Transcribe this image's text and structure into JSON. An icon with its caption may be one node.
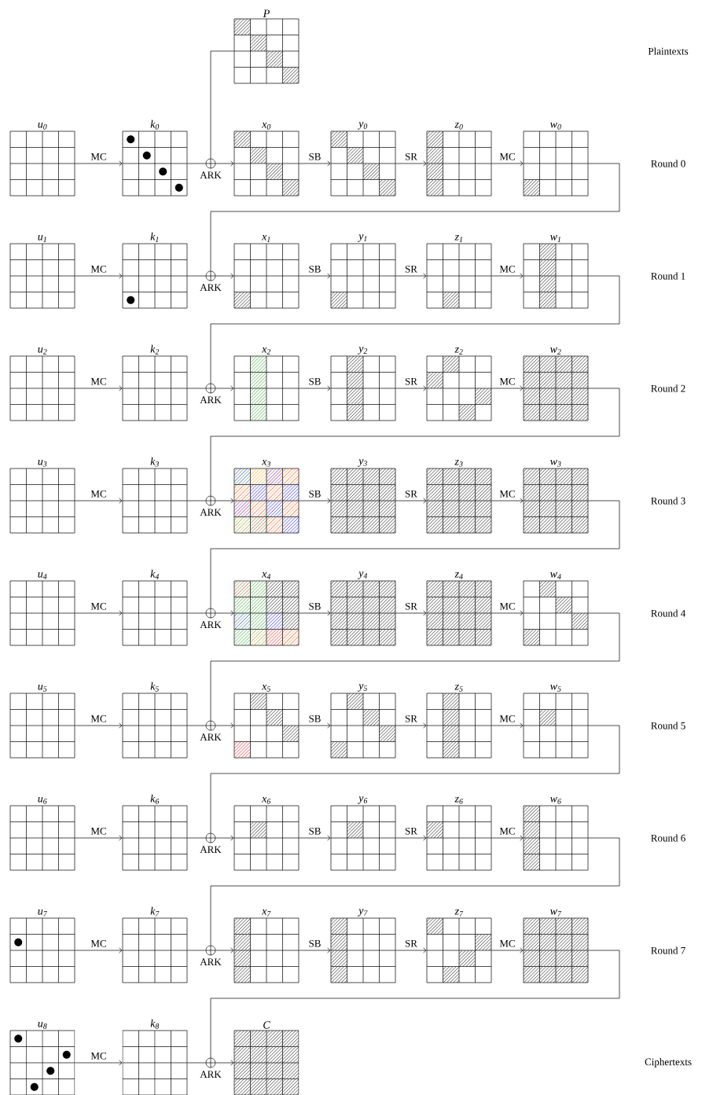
{
  "diagram": {
    "nodes": [
      {
        "text": [
          "P"
        ]
      },
      {
        "text": [
          "u$_{0}$"
        ]
      },
      {
        "text": [
          "k$_{0}$"
        ]
      },
      {
        "text": [],
        "shape": "circle",
        "beside": [
          "ARK"
        ]
      },
      {
        "text": [
          "x$_{0}$"
        ]
      },
      {
        "text": [
          "y$_{0}$"
        ]
      },
      {
        "text": [
          "z$_{0}$"
        ]
      },
      {
        "text": [
          "w$_{0}$"
        ]
      },
      {
        "text": [
          "u$_{1}$"
        ]
      },
      {
        "text": [
          "k$_{1}$"
        ]
      },
      {
        "text": [],
        "shape": "circle",
        "beside": [
          "ARK"
        ]
      },
      {
        "text": [
          "x$_{1}$"
        ]
      },
      {
        "text": [
          "y$_{1}$"
        ]
      },
      {
        "text": [
          "z$_{1}$"
        ]
      },
      {
        "text": [
          "w$_{1}$"
        ]
      },
      {
        "text": [
          "u$_{2}$"
        ]
      },
      {
        "text": [
          "k$_{2}$"
        ]
      },
      {
        "text": [],
        "shape": "circle",
        "beside": [
          "ARK"
        ]
      },
      {
        "text": [
          "x$_{2}$"
        ]
      },
      {
        "text": [
          "y$_{2}$"
        ]
      },
      {
        "text": [
          "z$_{2}$"
        ]
      },
      {
        "text": [
          "w$_{2}$"
        ]
      },
      {
        "text": [
          "u$_{3}$"
        ]
      },
      {
        "text": [
          "k$_{3}$"
        ]
      },
      {
        "text": [],
        "shape": "circle",
        "beside": [
          "ARK"
        ]
      },
      {
        "text": [
          "x$_{3}$"
        ]
      },
      {
        "text": [
          "y$_{3}$"
        ]
      },
      {
        "text": [
          "z$_{3}$"
        ]
      },
      {
        "text": [
          "w$_{3}$"
        ]
      },
      {
        "text": [
          "u$_{4}$"
        ]
      },
      {
        "text": [
          "k$_{4}$"
        ]
      },
      {
        "text": [],
        "shape": "circle",
        "beside": [
          "ARK"
        ]
      },
      {
        "text": [
          "x$_{4}$"
        ]
      },
      {
        "text": [
          "y$_{4}$"
        ]
      },
      {
        "text": [
          "z$_{4}$"
        ]
      },
      {
        "text": [
          "w$_{4}$"
        ]
      },
      {
        "text": [
          "u$_{5}$"
        ]
      },
      {
        "text": [
          "k$_{5}$"
        ]
      },
      {
        "text": [],
        "shape": "circle",
        "beside": [
          "ARK"
        ]
      },
      {
        "text": [
          "x$_{5}$"
        ]
      },
      {
        "text": [
          "y$_{5}$"
        ]
      },
      {
        "text": [
          "z$_{5}$"
        ]
      },
      {
        "text": [
          "w$_{5}$"
        ]
      },
      {
        "text": [
          "u$_{6}$"
        ]
      },
      {
        "text": [
          "k$_{6}$"
        ]
      },
      {
        "text": [],
        "shape": "circle",
        "beside": [
          "ARK"
        ]
      },
      {
        "text": [
          "x$_{6}$"
        ]
      },
      {
        "text": [
          "y$_{6}$"
        ]
      },
      {
        "text": [
          "z$_{6}$"
        ]
      },
      {
        "text": [
          "w$_{6}$"
        ]
      },
      {
        "text": [
          "u$_{7}$"
        ]
      },
      {
        "text": [
          "k$_{7}$"
        ]
      },
      {
        "text": [],
        "shape": "circle",
        "beside": [
          "ARK"
        ]
      },
      {
        "text": [
          "x$_{7}$"
        ]
      },
      {
        "text": [
          "y$_{7}$"
        ]
      },
      {
        "text": [
          "z$_{7}$"
        ]
      },
      {
        "text": [
          "w$_{7}$"
        ]
      },
      {
        "text": [
          "u$_{8}$"
        ]
      },
      {
        "text": [
          "k$_{8}$"
        ]
      },
      {
        "text": [],
        "shape": "circle",
        "beside": [
          "ARK"
        ]
      },
      {
        "text": [
          "C"
        ]
      }
    ],
    "edges": [
      {
        "from": 0,
        "to": 3,
        "arrow": "none"
      },
      {
        "from": 1,
        "to": 2,
        "arrow": "to",
        "label": "MC"
      },
      {
        "from": 2,
        "to": 3,
        "arrow": "none"
      },
      {
        "from": 3,
        "to": 4,
        "arrow": "to"
      },
      {
        "from": 4,
        "to": 5,
        "arrow": "to",
        "label": "SB"
      },
      {
        "from": 5,
        "to": 6,
        "arrow": "to",
        "label": "SR"
      },
      {
        "from": 6,
        "to": 7,
        "arrow": "to",
        "label": "MC"
      },
      {
        "from": 7,
        "to": 10,
        "arrow": "none"
      },
      {
        "from": 8,
        "to": 9,
        "arrow": "to",
        "label": "MC"
      },
      {
        "from": 9,
        "to": 10,
        "arrow": "none"
      },
      {
        "from": 10,
        "to": 11,
        "arrow": "to"
      },
      {
        "from": 11,
        "to": 12,
        "arrow": "to",
        "label": "SB"
      },
      {
        "from": 12,
        "to": 13,
        "arrow": "to",
        "label": "SR"
      },
      {
        "from": 13,
        "to": 14,
        "arrow": "to",
        "label": "MC"
      },
      {
        "from": 14,
        "to": 17,
        "arrow": "none"
      },
      {
        "from": 15,
        "to": 16,
        "arrow": "to",
        "label": "MC"
      },
      {
        "from": 16,
        "to": 17,
        "arrow": "none"
      },
      {
        "from": 17,
        "to": 18,
        "arrow": "to"
      },
      {
        "from": 18,
        "to": 19,
        "arrow": "to",
        "label": "SB"
      },
      {
        "from": 19,
        "to": 20,
        "arrow": "to",
        "label": "SR"
      },
      {
        "from": 20,
        "to": 21,
        "arrow": "to",
        "label": "MC"
      },
      {
        "from": 21,
        "to": 24,
        "arrow": "none"
      },
      {
        "from": 22,
        "to": 23,
        "arrow": "to",
        "label": "MC"
      },
      {
        "from": 23,
        "to": 24,
        "arrow": "none"
      },
      {
        "from": 24,
        "to": 25,
        "arrow": "to"
      },
      {
        "from": 25,
        "to": 26,
        "arrow": "to",
        "label": "SB"
      },
      {
        "from": 26,
        "to": 27,
        "arrow": "to",
        "label": "SR"
      },
      {
        "from": 27,
        "to": 28,
        "arrow": "to",
        "label": "MC"
      },
      {
        "from": 28,
        "to": 31,
        "arrow": "none"
      },
      {
        "from": 29,
        "to": 30,
        "arrow": "to",
        "label": "MC"
      },
      {
        "from": 30,
        "to": 31,
        "arrow": "none"
      },
      {
        "from": 31,
        "to": 32,
        "arrow": "to"
      },
      {
        "from": 32,
        "to": 33,
        "arrow": "to",
        "label": "SB"
      },
      {
        "from": 33,
        "to": 34,
        "arrow": "to",
        "label": "SR"
      },
      {
        "from": 34,
        "to": 35,
        "arrow": "to",
        "label": "MC"
      },
      {
        "from": 35,
        "to": 38,
        "arrow": "none"
      },
      {
        "from": 36,
        "to": 37,
        "arrow": "to",
        "label": "MC"
      },
      {
        "from": 37,
        "to": 38,
        "arrow": "none"
      },
      {
        "from": 38,
        "to": 39,
        "arrow": "to"
      },
      {
        "from": 39,
        "to": 40,
        "arrow": "to",
        "label": "SB"
      },
      {
        "from": 40,
        "to": 41,
        "arrow": "to",
        "label": "SR"
      },
      {
        "from": 41,
        "to": 42,
        "arrow": "to",
        "label": "MC"
      },
      {
        "from": 42,
        "to": 45,
        "arrow": "none"
      },
      {
        "from": 43,
        "to": 44,
        "arrow": "to",
        "label": "MC"
      },
      {
        "from": 44,
        "to": 45,
        "arrow": "none"
      },
      {
        "from": 45,
        "to": 46,
        "arrow": "to"
      },
      {
        "from": 46,
        "to": 47,
        "arrow": "to",
        "label": "SB"
      },
      {
        "from": 47,
        "to": 48,
        "arrow": "to",
        "label": "SR"
      },
      {
        "from": 48,
        "to": 49,
        "arrow": "to",
        "label": "MC"
      },
      {
        "from": 49,
        "to": 52,
        "arrow": "none"
      },
      {
        "from": 50,
        "to": 51,
        "arrow": "to",
        "label": "MC"
      },
      {
        "from": 51,
        "to": 52,
        "arrow": "none"
      },
      {
        "from": 52,
        "to": 53,
        "arrow": "to"
      },
      {
        "from": 53,
        "to": 54,
        "arrow": "to",
        "label": "SB"
      },
      {
        "from": 54,
        "to": 55,
        "arrow": "to",
        "label": "SR"
      },
      {
        "from": 55,
        "to": 56,
        "arrow": "to",
        "label": "MC"
      },
      {
        "from": 56,
        "to": 59,
        "arrow": "none"
      },
      {
        "from": 57,
        "to": 58,
        "arrow": "to",
        "label": "MC"
      },
      {
        "from": 58,
        "to": 59,
        "arrow": "none"
      },
      {
        "from": 59,
        "to": 60,
        "arrow": "to"
      }
    ],
    "labels": [
      "Plaintexts",
      "Round 0",
      "Round 1",
      "Round 2",
      "Round 3",
      "Round 4",
      "Round 5",
      "Round 6",
      "Round 7",
      "Ciphertexts"
    ]
  }
}
